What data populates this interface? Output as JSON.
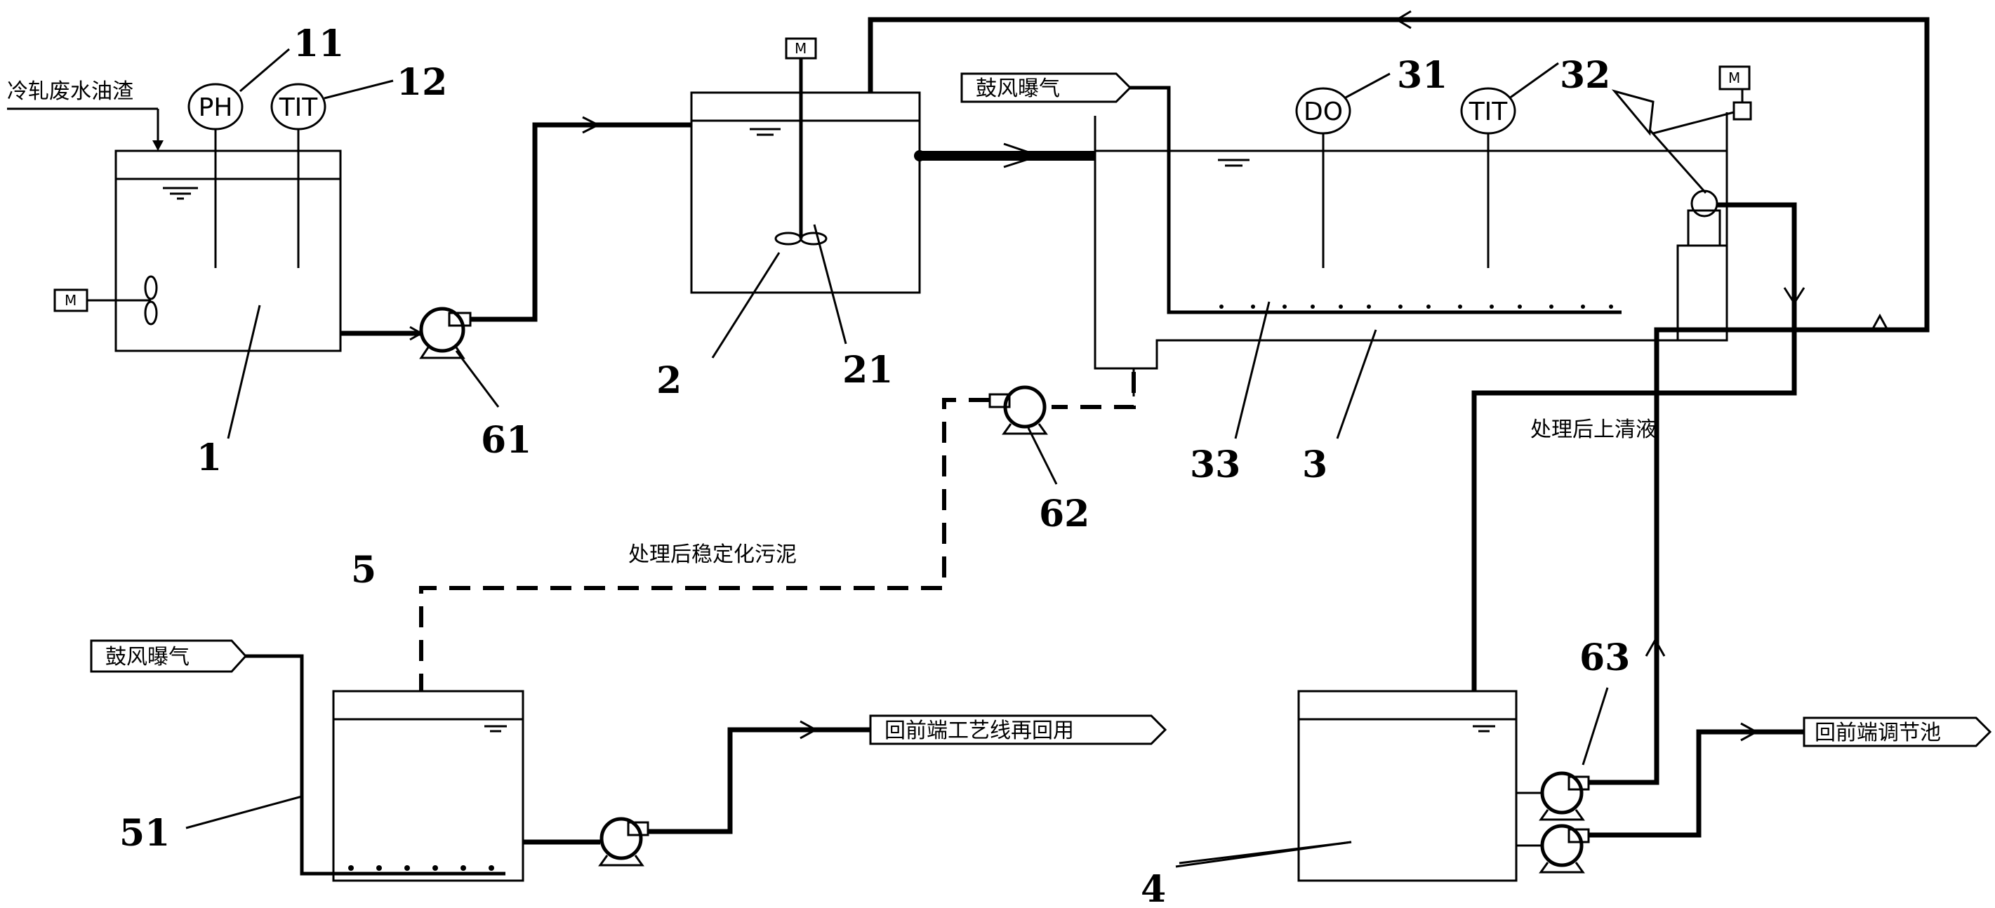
{
  "labels": {
    "n1": "1",
    "n2": "2",
    "n3": "3",
    "n4": "4",
    "n5": "5",
    "n11": "11",
    "n12": "12",
    "n21": "21",
    "n31": "31",
    "n32": "32",
    "n33": "33",
    "n51": "51",
    "n61": "61",
    "n62": "62",
    "n63": "63"
  },
  "instruments": {
    "ph": "PH",
    "tit1": "TIT",
    "do": "DO",
    "tit2": "TIT",
    "motor": "M"
  },
  "text": {
    "inlet": "冷轧废水油渣",
    "blower_top": "鼓风曝气",
    "blower_bottom": "鼓风曝气",
    "sludge": "处理后稳定化污泥",
    "supernatant": "处理后上清液",
    "reuse": "回前端工艺线再回用",
    "regulating": "回前端调节池"
  }
}
